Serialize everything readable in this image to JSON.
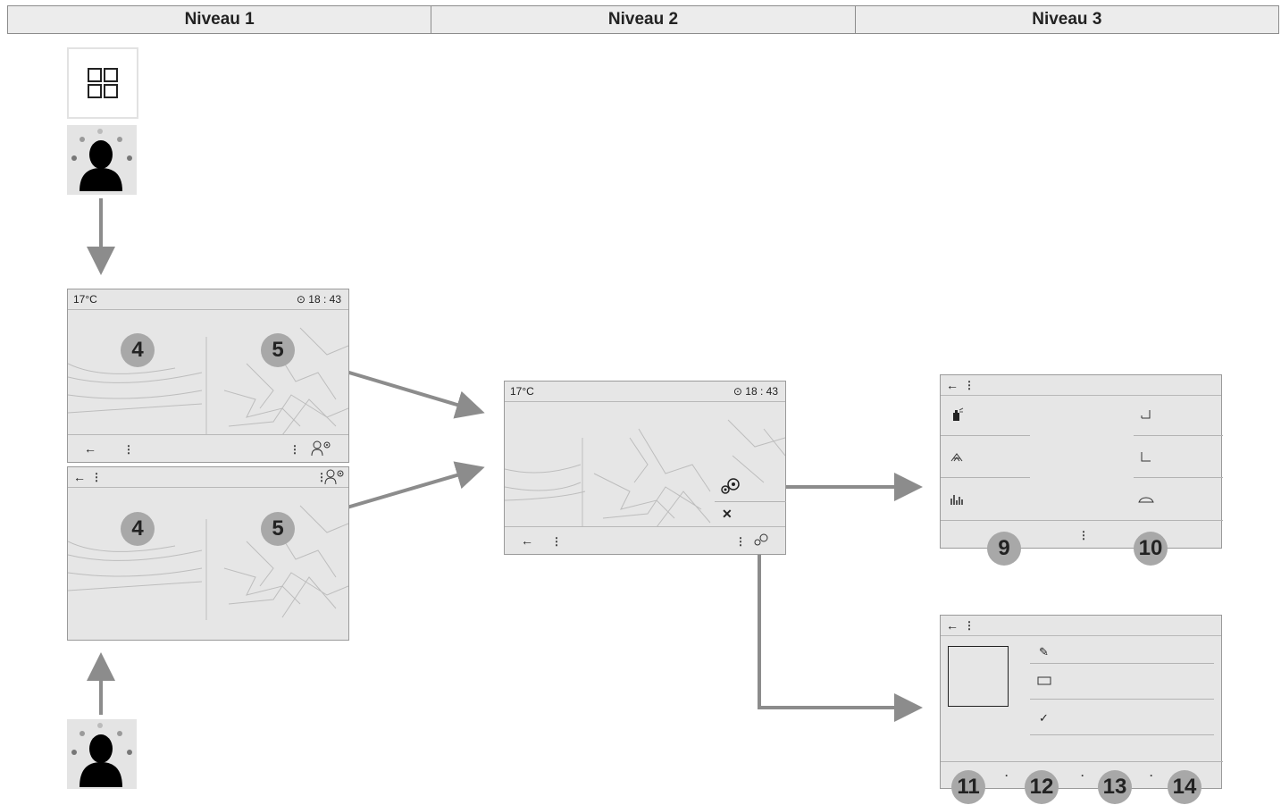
{
  "header": {
    "col1": "Niveau 1",
    "col2": "Niveau 2",
    "col3": "Niveau 3"
  },
  "screen_status": {
    "temperature": "17°C",
    "time": "18 : 43"
  },
  "badges": {
    "b4a": "4",
    "b5a": "5",
    "b4b": "4",
    "b5b": "5",
    "b9": "9",
    "b10": "10",
    "b11": "11",
    "b12": "12",
    "b13": "13",
    "b14": "14"
  },
  "glyphs": {
    "back_arrow": "←",
    "menu_dots": "⋮",
    "close": "✕",
    "settings": "⚙",
    "clock": "⊙",
    "pencil": "✎",
    "check": "✓",
    "dot": "·"
  },
  "icons": [
    "apps-grid-icon",
    "profile-icon",
    "profile-settings-icon",
    "settings-gears-icon",
    "perfume-icon",
    "seat-heat-icon",
    "car-light-icon",
    "seat-icon",
    "equalizer-icon",
    "car-icon"
  ]
}
